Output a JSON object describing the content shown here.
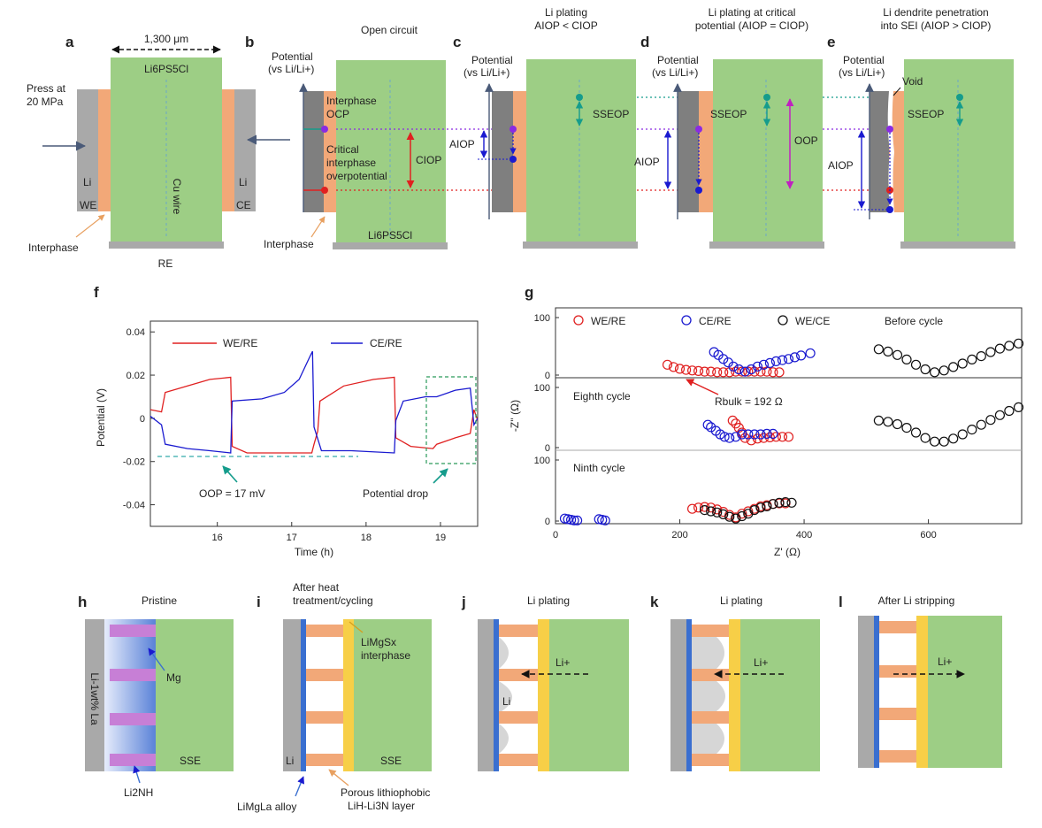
{
  "panel_letters": {
    "a": "a",
    "b": "b",
    "c": "c",
    "d": "d",
    "e": "e",
    "f": "f",
    "g": "g",
    "h": "h",
    "i": "i",
    "j": "j",
    "k": "k",
    "l": "l"
  },
  "colors": {
    "green": "#9dce85",
    "gray": "#a9a9a9",
    "orange": "#f2a878",
    "blue": "#1a1ad0",
    "red": "#e02020",
    "purple": "#8a2be2",
    "teal": "#159c8c",
    "magenta": "#c020c0",
    "lilac": "#c77fd6",
    "yellow": "#f7cf47",
    "cell_blue": "#3a6fd0"
  },
  "panel_a": {
    "width_label": "1,300 μm",
    "electrolyte_label": "Li6PS5Cl",
    "press_line1": "Press at",
    "press_line2": "20 MPa",
    "li_left": "Li",
    "we": "WE",
    "cu_wire": "Cu wire",
    "li_right": "Li",
    "ce": "CE",
    "interphase": "Interphase",
    "re": "RE"
  },
  "panel_b": {
    "title": "Open circuit",
    "potential_line1": "Potential",
    "potential_line2": "(vs Li/Li+)",
    "interphase_ocp_line1": "Interphase",
    "interphase_ocp_line2": "OCP",
    "critical_line1": "Critical",
    "critical_line2": "interphase",
    "critical_line3": "overpotential",
    "ciop": "CIOP",
    "interphase": "Interphase",
    "electrolyte": "Li6PS5Cl"
  },
  "panel_c": {
    "title_line1": "Li plating",
    "title_line2": "AIOP < CIOP",
    "potential_line1": "Potential",
    "potential_line2": "(vs Li/Li+)",
    "aiop": "AIOP",
    "sseop": "SSEOP"
  },
  "panel_d": {
    "title_line1": "Li plating at critical",
    "title_line2": "potential (AIOP = CIOP)",
    "potential_line1": "Potential",
    "potential_line2": "(vs Li/Li+)",
    "aiop": "AIOP",
    "sseop": "SSEOP",
    "oop": "OOP"
  },
  "panel_e": {
    "title_line1": "Li dendrite penetration",
    "title_line2": "into SEI (AIOP > CIOP)",
    "potential_line1": "Potential",
    "potential_line2": "(vs Li/Li+)",
    "aiop": "AIOP",
    "sseop": "SSEOP",
    "void": "Void"
  },
  "panel_f": {
    "ylabel": "Potential (V)",
    "xlabel": "Time (h)",
    "legend_we": "WE/RE",
    "legend_ce": "CE/RE",
    "oop_note": "OOP = 17 mV",
    "drop_note": "Potential drop",
    "ytick_labels": [
      "0.04",
      "0.02",
      "0",
      "-0.02",
      "-0.04"
    ],
    "xtick_labels": [
      "16",
      "17",
      "18",
      "19"
    ]
  },
  "panel_g": {
    "ylabel": "-Z'' (Ω)",
    "xlabel": "Z' (Ω)",
    "legend_we_re": "WE/RE",
    "legend_ce_re": "CE/RE",
    "legend_we_ce": "WE/CE",
    "before": "Before cycle",
    "eighth": "Eighth cycle",
    "ninth": "Ninth cycle",
    "rbulk": "Rbulk = 192 Ω",
    "ytick_100": "100",
    "ytick_0": "0",
    "xtick_labels": [
      "0",
      "200",
      "400",
      "600"
    ]
  },
  "panel_h": {
    "title": "Pristine",
    "mg": "Mg",
    "alloy": "Li-1wt% La",
    "sse": "SSE",
    "li2nh": "Li2NH"
  },
  "panel_i": {
    "title_line1": "After heat",
    "title_line2": "treatment/cycling",
    "interphase_line1": "LiMgSx",
    "interphase_line2": "interphase",
    "li": "Li",
    "sse": "SSE",
    "alloy": "LiMgLa alloy",
    "porous_line1": "Porous lithiophobic",
    "porous_line2": "LiH-Li3N layer"
  },
  "panel_j": {
    "title": "Li plating",
    "li": "Li",
    "li_ion": "Li+"
  },
  "panel_k": {
    "title": "Li plating",
    "li_ion": "Li+"
  },
  "panel_l": {
    "title": "After Li stripping",
    "li_ion": "Li+"
  },
  "chart_data": [
    {
      "type": "line",
      "panel": "f",
      "xlabel": "Time (h)",
      "ylabel": "Potential (V)",
      "xlim": [
        15.1,
        19.5
      ],
      "ylim": [
        -0.05,
        0.045
      ],
      "series": [
        {
          "name": "WE/RE",
          "color": "#e02020",
          "points": [
            [
              15.1,
              0.004
            ],
            [
              15.25,
              0.003
            ],
            [
              15.3,
              0.012
            ],
            [
              15.6,
              0.015
            ],
            [
              15.9,
              0.018
            ],
            [
              16.18,
              0.019
            ],
            [
              16.2,
              -0.013
            ],
            [
              16.4,
              -0.016
            ],
            [
              16.8,
              -0.016
            ],
            [
              17.27,
              -0.016
            ],
            [
              17.3,
              -0.012
            ],
            [
              17.35,
              -0.006
            ],
            [
              17.38,
              0.008
            ],
            [
              17.7,
              0.015
            ],
            [
              18.1,
              0.018
            ],
            [
              18.38,
              0.019
            ],
            [
              18.4,
              -0.009
            ],
            [
              18.6,
              -0.013
            ],
            [
              18.9,
              -0.014
            ],
            [
              18.95,
              -0.012
            ],
            [
              19.2,
              -0.009
            ],
            [
              19.4,
              -0.007
            ],
            [
              19.45,
              0.004
            ],
            [
              19.5,
              -0.001
            ]
          ]
        },
        {
          "name": "CE/RE",
          "color": "#1a1ad0",
          "points": [
            [
              15.1,
              0.001
            ],
            [
              15.25,
              -0.003
            ],
            [
              15.3,
              -0.012
            ],
            [
              15.6,
              -0.014
            ],
            [
              15.9,
              -0.015
            ],
            [
              16.18,
              -0.016
            ],
            [
              16.2,
              0.008
            ],
            [
              16.6,
              0.009
            ],
            [
              16.9,
              0.012
            ],
            [
              17.1,
              0.018
            ],
            [
              17.25,
              0.029
            ],
            [
              17.28,
              0.031
            ],
            [
              17.3,
              -0.004
            ],
            [
              17.4,
              -0.015
            ],
            [
              17.8,
              -0.015
            ],
            [
              18.38,
              -0.016
            ],
            [
              18.4,
              -0.001
            ],
            [
              18.5,
              0.008
            ],
            [
              18.8,
              0.01
            ],
            [
              18.95,
              0.01
            ],
            [
              19.2,
              0.013
            ],
            [
              19.4,
              0.014
            ],
            [
              19.45,
              -0.003
            ],
            [
              19.5,
              0.0
            ]
          ]
        }
      ]
    },
    {
      "type": "scatter",
      "panel": "g",
      "xlabel": "Z' (Ω)",
      "ylabel": "-Z'' (Ω)",
      "xlim": [
        0,
        750
      ],
      "subplots": [
        {
          "name": "Before cycle",
          "ylim": [
            0,
            100
          ],
          "series": [
            {
              "name": "WE/RE",
              "color": "#e02020",
              "x": [
                180,
                190,
                200,
                210,
                220,
                230,
                240,
                250,
                260,
                270,
                280,
                290,
                300,
                310,
                320,
                330,
                340,
                350,
                360
              ],
              "y": [
                18,
                14,
                11,
                9,
                8,
                7,
                6,
                6,
                5,
                5,
                5,
                6,
                6,
                6,
                6,
                6,
                6,
                5,
                5
              ]
            },
            {
              "name": "CE/RE",
              "color": "#1a1ad0",
              "x": [
                255,
                262,
                270,
                278,
                286,
                295,
                305,
                315,
                325,
                335,
                345,
                355,
                365,
                375,
                385,
                395,
                410
              ],
              "y": [
                40,
                35,
                28,
                22,
                15,
                10,
                6,
                10,
                15,
                18,
                21,
                24,
                26,
                28,
                31,
                34,
                38
              ]
            },
            {
              "name": "WE/CE",
              "color": "#111111",
              "x": [
                520,
                535,
                550,
                565,
                580,
                595,
                610,
                625,
                640,
                655,
                670,
                685,
                700,
                715,
                730,
                745
              ],
              "y": [
                45,
                41,
                35,
                27,
                18,
                10,
                5,
                8,
                14,
                20,
                27,
                33,
                40,
                46,
                51,
                55
              ]
            }
          ]
        },
        {
          "name": "Eighth cycle",
          "ylim": [
            0,
            100
          ],
          "series": [
            {
              "name": "WE/RE",
              "color": "#e02020",
              "x": [
                285,
                290,
                295,
                300,
                305,
                315,
                325,
                335,
                345,
                355,
                365,
                375
              ],
              "y": [
                45,
                40,
                33,
                25,
                16,
                12,
                15,
                16,
                17,
                18,
                18,
                18
              ]
            },
            {
              "name": "CE/RE",
              "color": "#1a1ad0",
              "x": [
                245,
                250,
                258,
                265,
                272,
                280,
                290,
                300,
                310,
                320,
                330,
                340,
                350
              ],
              "y": [
                38,
                34,
                28,
                22,
                18,
                16,
                18,
                22,
                22,
                22,
                22,
                23,
                23
              ]
            },
            {
              "name": "WE/CE",
              "color": "#111111",
              "x": [
                520,
                535,
                550,
                565,
                580,
                595,
                610,
                625,
                640,
                655,
                670,
                685,
                700,
                715,
                730,
                745
              ],
              "y": [
                45,
                43,
                39,
                33,
                25,
                16,
                10,
                10,
                15,
                22,
                30,
                38,
                46,
                54,
                61,
                67
              ]
            }
          ]
        },
        {
          "name": "Ninth cycle",
          "ylim": [
            0,
            100
          ],
          "series": [
            {
              "name": "WE/RE",
              "color": "#e02020",
              "x": [
                220,
                230,
                240,
                250,
                260,
                270,
                280,
                290,
                300,
                310,
                320,
                330,
                340,
                350,
                360,
                370
              ],
              "y": [
                20,
                22,
                23,
                22,
                19,
                15,
                10,
                6,
                12,
                16,
                20,
                24,
                26,
                28,
                29,
                29
              ]
            },
            {
              "name": "CE/RE",
              "color": "#1a1ad0",
              "x": [
                15,
                20,
                25,
                30,
                35,
                70,
                75,
                80
              ],
              "y": [
                4,
                3,
                2,
                1,
                1,
                3,
                2,
                1
              ]
            },
            {
              "name": "WE/CE",
              "color": "#111111",
              "x": [
                240,
                250,
                260,
                270,
                280,
                290,
                300,
                310,
                320,
                330,
                340,
                350,
                360,
                370,
                380
              ],
              "y": [
                18,
                16,
                14,
                11,
                7,
                4,
                8,
                12,
                18,
                22,
                24,
                28,
                30,
                31,
                30
              ]
            }
          ]
        }
      ]
    }
  ]
}
